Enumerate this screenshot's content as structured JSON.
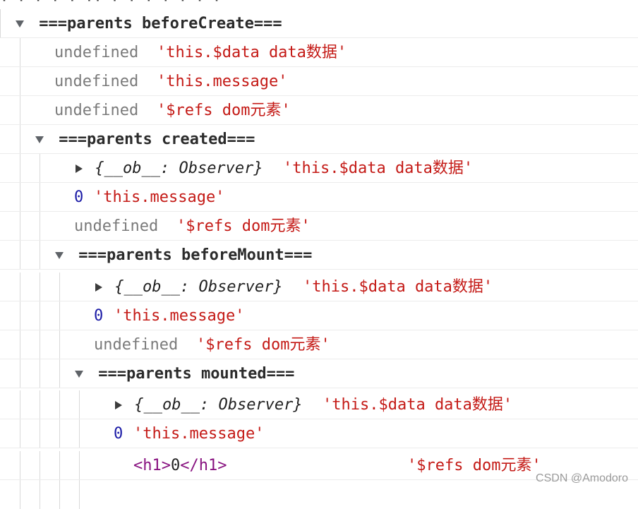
{
  "console": {
    "top_partial_text": "· ·  · ·  ·  ·· ·  · ·  ·  ·  · ·",
    "groups": [
      {
        "title": "===parents beforeCreate===",
        "expanded": true
      },
      {
        "title": "===parents created===",
        "expanded": true
      },
      {
        "title": "===parents beforeMount===",
        "expanded": true
      },
      {
        "title": "===parents mounted===",
        "expanded": true
      }
    ],
    "lines": [
      {
        "value": "undefined",
        "label": "'this.$data data数据'"
      },
      {
        "value": "undefined",
        "label": "'this.message'"
      },
      {
        "value": "undefined",
        "label": "'$refs dom元素'"
      },
      {
        "object": "{__ob__: Observer}",
        "label": "'this.$data data数据'"
      },
      {
        "value": "0",
        "label": "'this.message'"
      },
      {
        "value": "undefined",
        "label": "'$refs dom元素'"
      },
      {
        "object": "{__ob__: Observer}",
        "label": "'this.$data data数据'"
      },
      {
        "value": "0",
        "label": "'this.message'"
      },
      {
        "value": "undefined",
        "label": "'$refs dom元素'"
      },
      {
        "object": "{__ob__: Observer}",
        "label": "'this.$data data数据'"
      },
      {
        "value": "0",
        "label": "'this.message'"
      },
      {
        "html_open": "<",
        "html_tag": "h1",
        "html_close_bracket": ">",
        "html_text": "0",
        "html_end_open": "</",
        "html_end_tag": "h1",
        "html_end_close": ">",
        "label": "'$refs dom元素'"
      }
    ]
  },
  "watermark": "CSDN @Amodoro"
}
